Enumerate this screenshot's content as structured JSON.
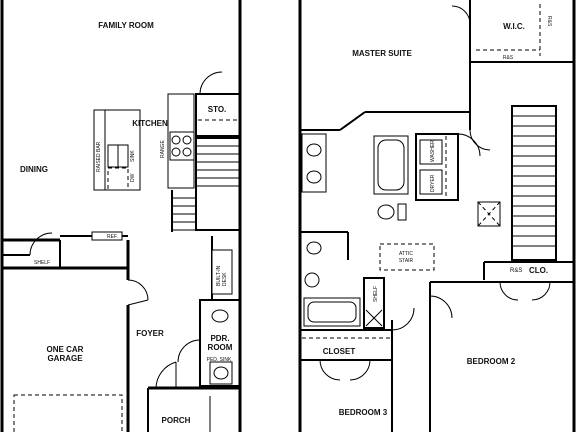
{
  "first_floor": {
    "family_room": "FAMILY ROOM",
    "dining": "DINING",
    "kitchen": "KITCHEN",
    "sto": "STO.",
    "raised_bar": "RAISED BAR",
    "sink": "SINK",
    "dw": "DW",
    "range": "RANGE",
    "ref": "REF.",
    "shelf": "SHELF",
    "garage_line1": "ONE CAR",
    "garage_line2": "GARAGE",
    "foyer": "FOYER",
    "built_in_desk_line1": "BUILT-IN",
    "built_in_desk_line2": "DESK",
    "pdr_room_line1": "PDR.",
    "pdr_room_line2": "ROOM",
    "ped_sink": "PED. SINK",
    "porch": "PORCH"
  },
  "second_floor": {
    "master_suite": "MASTER SUITE",
    "wic": "W.I.C.",
    "rs_wic_vertical": "R&S",
    "rs_wic_bottom": "R&S",
    "washer": "WASHER",
    "dryer": "DRYER",
    "attic_stair_line1": "ATTIC",
    "attic_stair_line2": "STAIR",
    "shelf": "SHELF",
    "rs_clo": "R&S",
    "clo": "CLO.",
    "closet": "CLOSET",
    "bedroom2": "BEDROOM 2",
    "bedroom3": "BEDROOM 3"
  }
}
